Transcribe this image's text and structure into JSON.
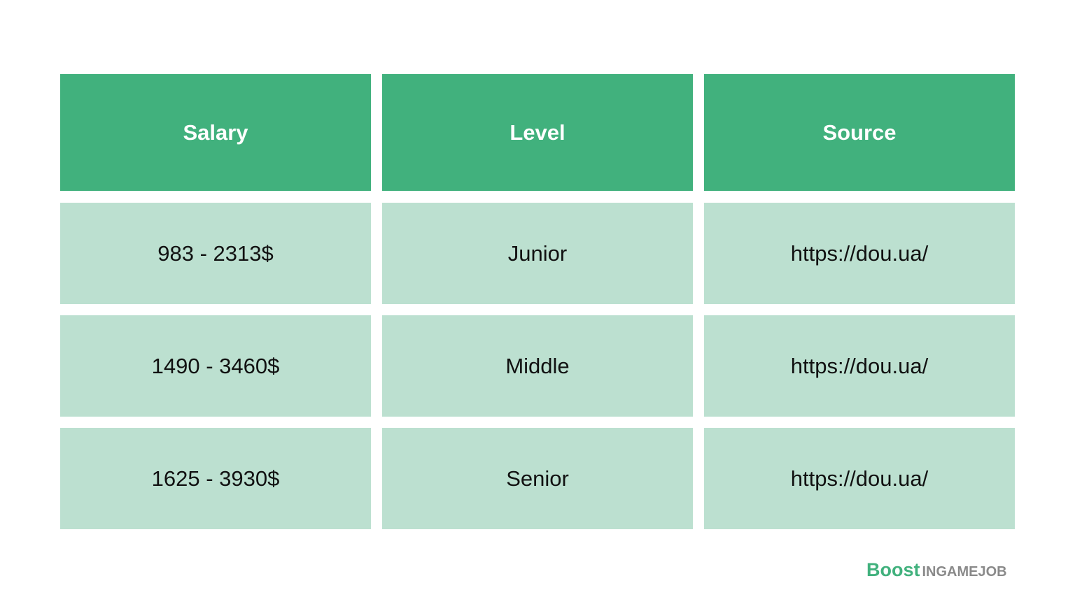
{
  "table": {
    "headers": [
      "Salary",
      "Level",
      "Source"
    ],
    "rows": [
      [
        "983 - 2313$",
        "Junior",
        "https://dou.ua/"
      ],
      [
        "1490 - 3460$",
        "Middle",
        "https://dou.ua/"
      ],
      [
        "1625 - 3930$",
        "Senior",
        "https://dou.ua/"
      ]
    ]
  },
  "logo": {
    "primary": "Boost",
    "secondary": "INGAMEJOB"
  },
  "colors": {
    "header": "#41b17d",
    "row": "#bce0d0",
    "logo_green": "#41b17d",
    "logo_gray": "#8a8a8a"
  }
}
